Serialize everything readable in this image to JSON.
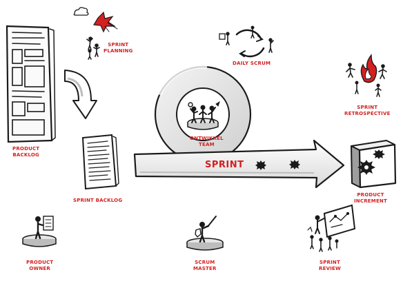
{
  "labels": {
    "sprint_planning": [
      "SPRINT",
      "PLANNING"
    ],
    "daily_scrum": "DAILY SCRUM",
    "sprint_retrospective": [
      "SPRINT",
      "RETROSPECTIVE"
    ],
    "product_backlog": [
      "PRODUCT",
      "BACKLOG"
    ],
    "ontwikkel_team": [
      "ONTWIKKEL",
      "TEAM"
    ],
    "sprint": "SPRINT",
    "sprint_backlog": "SPRINT BACKLOG",
    "product_increment": [
      "PRODUCT",
      "INCREMENT"
    ],
    "product_owner": [
      "PRODUCT",
      "OWNER"
    ],
    "scrum_master": [
      "SCRUM",
      "MASTER"
    ],
    "sprint_review": [
      "SPRINT",
      "REVIEW"
    ]
  },
  "colors": {
    "accent": "#d42020",
    "ink": "#1a1a1a",
    "ring": "#dcdcdc"
  }
}
